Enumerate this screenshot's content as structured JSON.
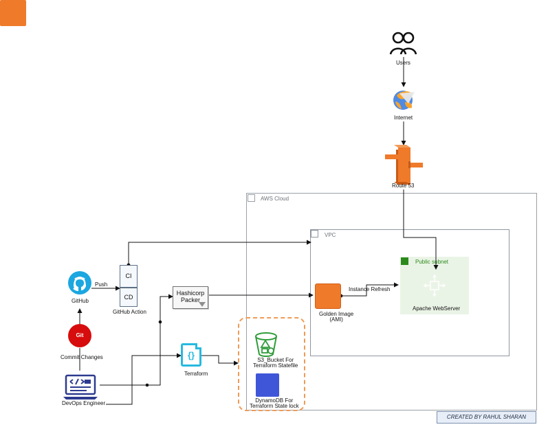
{
  "diagram": {
    "groups": {
      "aws_cloud": "AWS Cloud",
      "vpc": "VPC",
      "public_subnet": "Public subnet"
    },
    "nodes": {
      "users": "Users",
      "internet": "Internet",
      "route53": "Route 53",
      "github": "GitHub",
      "git": "Git",
      "ci": "CI",
      "cd": "CD",
      "github_action": "GitHub Action",
      "packer": "Hashicorp\nPacker",
      "golden_image": "Golden Image\n(AMI)",
      "apache": "Apache WebServer",
      "terraform": "Terraform",
      "s3": "S3_Bucket For\nTerraform Statefile",
      "dynamodb": "DynamoDB For\nTerraform State lock",
      "devops": "DevOps Engineer",
      "commit": "Commit Changes"
    },
    "edges": {
      "push": "Push",
      "instance_refresh": "Instance Refresh"
    },
    "credit": "CREATED BY RAHUL SHARAN"
  },
  "icons": {
    "users": "users-icon",
    "internet": "globe-icon",
    "route53": "route53-icon",
    "github": "github-icon",
    "git": "git-icon",
    "packer": "packer-icon",
    "golden_image": "ami-icon",
    "apache": "webserver-icon",
    "terraform": "terraform-icon",
    "s3": "s3-bucket-icon",
    "dynamodb": "dynamodb-icon",
    "devops": "laptop-code-icon",
    "aws_cloud": "cloud-icon",
    "vpc": "vpc-icon",
    "subnet": "lock-icon"
  },
  "colors": {
    "aws_orange": "#ef7a2a",
    "subnet_green": "#2b8a1b",
    "github_blue": "#1ca7e0",
    "terraform_cyan": "#27b9df",
    "git_red": "#d70c0c",
    "dynamodb_blue": "#3f56d8",
    "state_outline": "#ef9a55"
  }
}
